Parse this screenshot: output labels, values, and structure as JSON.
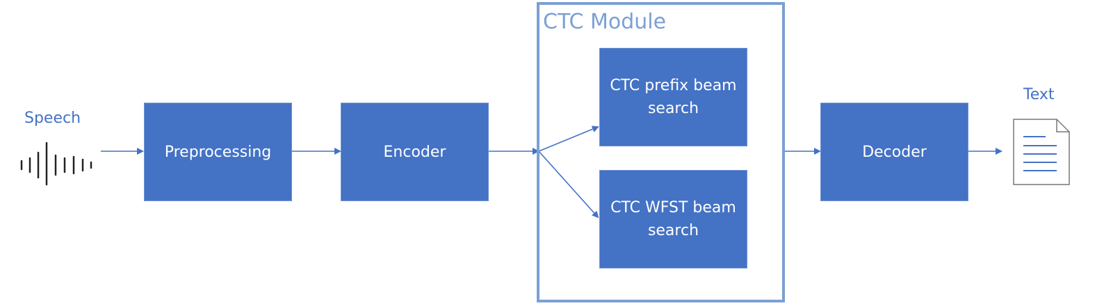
{
  "input": {
    "label": "Speech",
    "icon": "waveform-icon"
  },
  "output": {
    "label": "Text",
    "icon": "document-icon"
  },
  "blocks": {
    "preprocessing": "Preprocessing",
    "encoder": "Encoder",
    "decoder": "Decoder"
  },
  "ctc_module": {
    "title": "CTC Module",
    "prefix_search": "CTC prefix beam\nsearch",
    "wfst_search": "CTC WFST beam\nsearch"
  },
  "colors": {
    "block_fill": "#4472c4",
    "module_border": "#7ba0d4",
    "label_text": "#4472c4",
    "arrow": "#4472c4"
  }
}
